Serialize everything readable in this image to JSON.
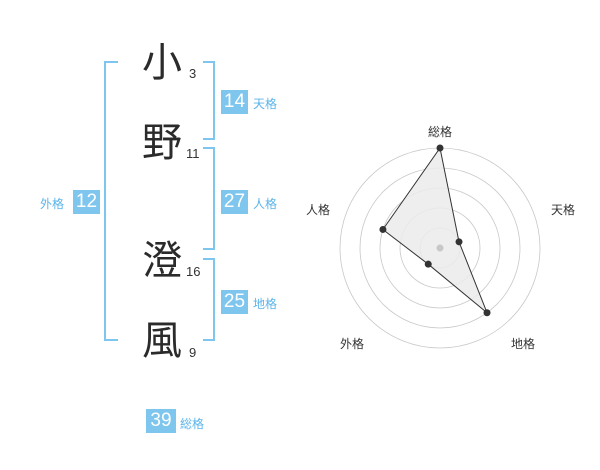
{
  "name": {
    "chars": [
      {
        "char": "小",
        "strokes": "3"
      },
      {
        "char": "野",
        "strokes": "11"
      },
      {
        "char": "澄",
        "strokes": "16"
      },
      {
        "char": "風",
        "strokes": "9"
      }
    ]
  },
  "kaku": {
    "tenkaku": {
      "value": "14",
      "label": "天格"
    },
    "jinkaku": {
      "value": "27",
      "label": "人格"
    },
    "chikaku": {
      "value": "25",
      "label": "地格"
    },
    "gaikaku": {
      "value": "12",
      "label": "外格"
    },
    "soukaku": {
      "value": "39",
      "label": "総格"
    }
  },
  "colors": {
    "accent": "#7fc6ef",
    "accent_text": "#5bb4ea",
    "polygon_fill": "#ebebeb",
    "ring": "#c8c8c8"
  },
  "chart_data": {
    "type": "radar",
    "axes": [
      "総格",
      "天格",
      "地格",
      "外格",
      "人格"
    ],
    "values": [
      5,
      1,
      4,
      1,
      3
    ],
    "range": [
      0,
      5
    ],
    "rings": 5,
    "grid": true
  }
}
